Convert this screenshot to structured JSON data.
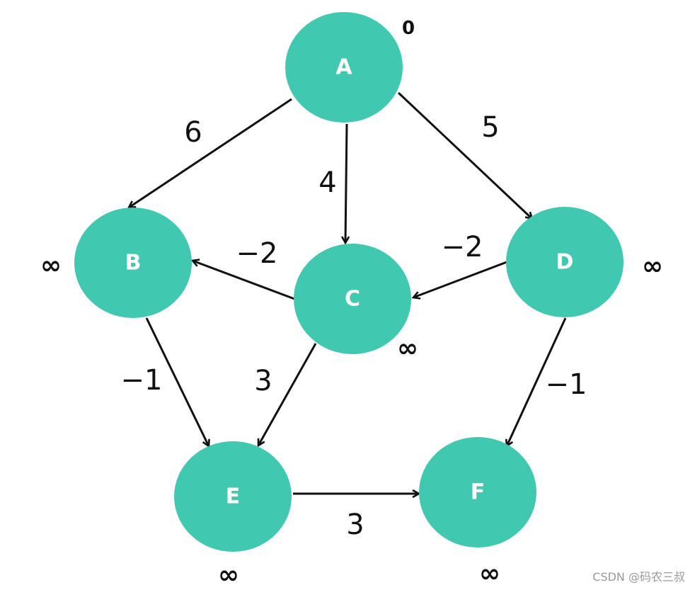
{
  "nodes": [
    {
      "id": "A",
      "label": "A",
      "distance": "0"
    },
    {
      "id": "B",
      "label": "B",
      "distance": "∞"
    },
    {
      "id": "C",
      "label": "C",
      "distance": "∞"
    },
    {
      "id": "D",
      "label": "D",
      "distance": "∞"
    },
    {
      "id": "E",
      "label": "E",
      "distance": "∞"
    },
    {
      "id": "F",
      "label": "F",
      "distance": "∞"
    }
  ],
  "edges": [
    {
      "from": "A",
      "to": "B",
      "weight": "6"
    },
    {
      "from": "A",
      "to": "C",
      "weight": "4"
    },
    {
      "from": "A",
      "to": "D",
      "weight": "5"
    },
    {
      "from": "C",
      "to": "B",
      "weight": "-2"
    },
    {
      "from": "D",
      "to": "C",
      "weight": "-2"
    },
    {
      "from": "B",
      "to": "E",
      "weight": "-1"
    },
    {
      "from": "C",
      "to": "E",
      "weight": "3"
    },
    {
      "from": "D",
      "to": "F",
      "weight": "-1"
    },
    {
      "from": "E",
      "to": "F",
      "weight": "3"
    }
  ],
  "colors": {
    "node_fill": "#40c9b0",
    "node_text": "#ffffff",
    "edge": "#111111"
  },
  "watermark": "CSDN @码农三叔"
}
